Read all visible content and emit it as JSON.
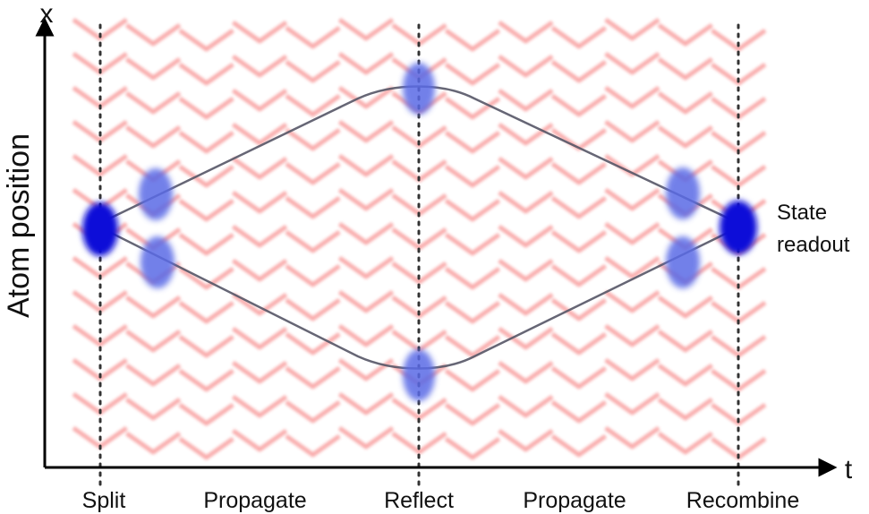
{
  "axes": {
    "y_letter": "x",
    "x_letter": "t",
    "y_title": "Atom position"
  },
  "stages": [
    {
      "id": "split",
      "label": "Split"
    },
    {
      "id": "propagate-1",
      "label": "Propagate"
    },
    {
      "id": "reflect",
      "label": "Reflect"
    },
    {
      "id": "propagate-2",
      "label": "Propagate"
    },
    {
      "id": "recombine",
      "label": "Recombine"
    }
  ],
  "annotation": {
    "line1": "State",
    "line2": "readout"
  },
  "colors": {
    "lattice": "#f46a6a",
    "atom_dark": "#0a0ad8",
    "atom_light": "#5a6ae6",
    "path": "#555566",
    "axis": "#000000",
    "marker": "#333333"
  }
}
